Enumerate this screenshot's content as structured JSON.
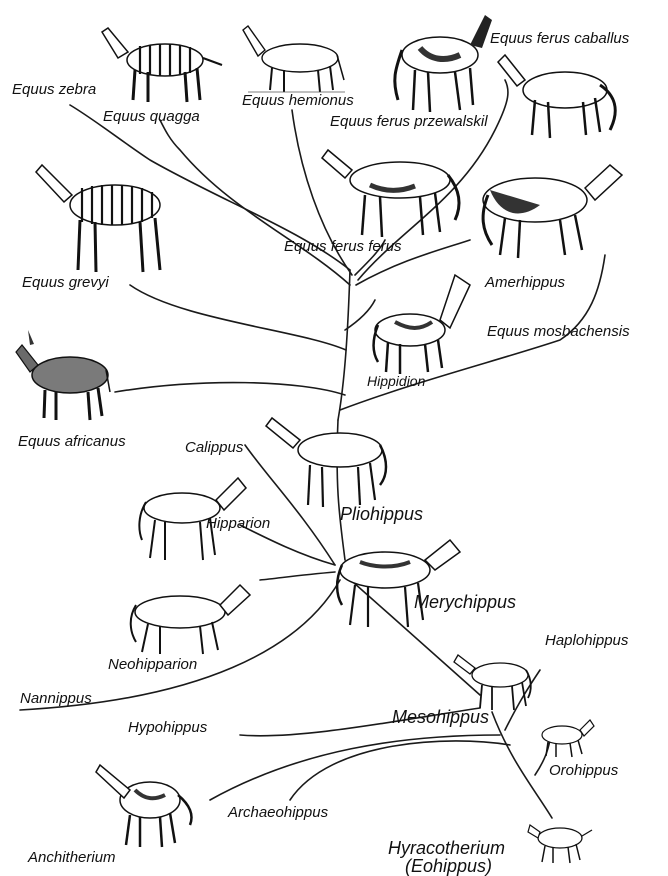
{
  "species": {
    "equus_zebra": "Equus zebra",
    "equus_quagga": "Equus quagga",
    "equus_hemionus": "Equus hemionus",
    "equus_ferus_caballus": "Equus ferus caballus",
    "equus_ferus_przewalskii": "Equus ferus przewalskil",
    "equus_grevyi": "Equus grevyi",
    "equus_ferus_ferus": "Equus ferus ferus",
    "amerhippus": "Amerhippus",
    "equus_mosbachensis": "Equus mosbachensis",
    "hippidion": "Hippidion",
    "equus_africanus": "Equus africanus",
    "calippus": "Calippus",
    "pliohippus": "Pliohippus",
    "hipparion": "Hipparion",
    "merychippus": "Merychippus",
    "neohipparion": "Neohipparion",
    "haplohippus": "Haplohippus",
    "nannippus": "Nannippus",
    "mesohippus": "Mesohippus",
    "hypohippus": "Hypohippus",
    "orohippus": "Orohippus",
    "archaeohippus": "Archaeohippus",
    "anchitherium": "Anchitherium",
    "hyracotherium": "Hyracotherium",
    "eohippus": "(Eohippus)"
  },
  "colors": {
    "ink": "#1a1a1a",
    "background": "#ffffff"
  }
}
